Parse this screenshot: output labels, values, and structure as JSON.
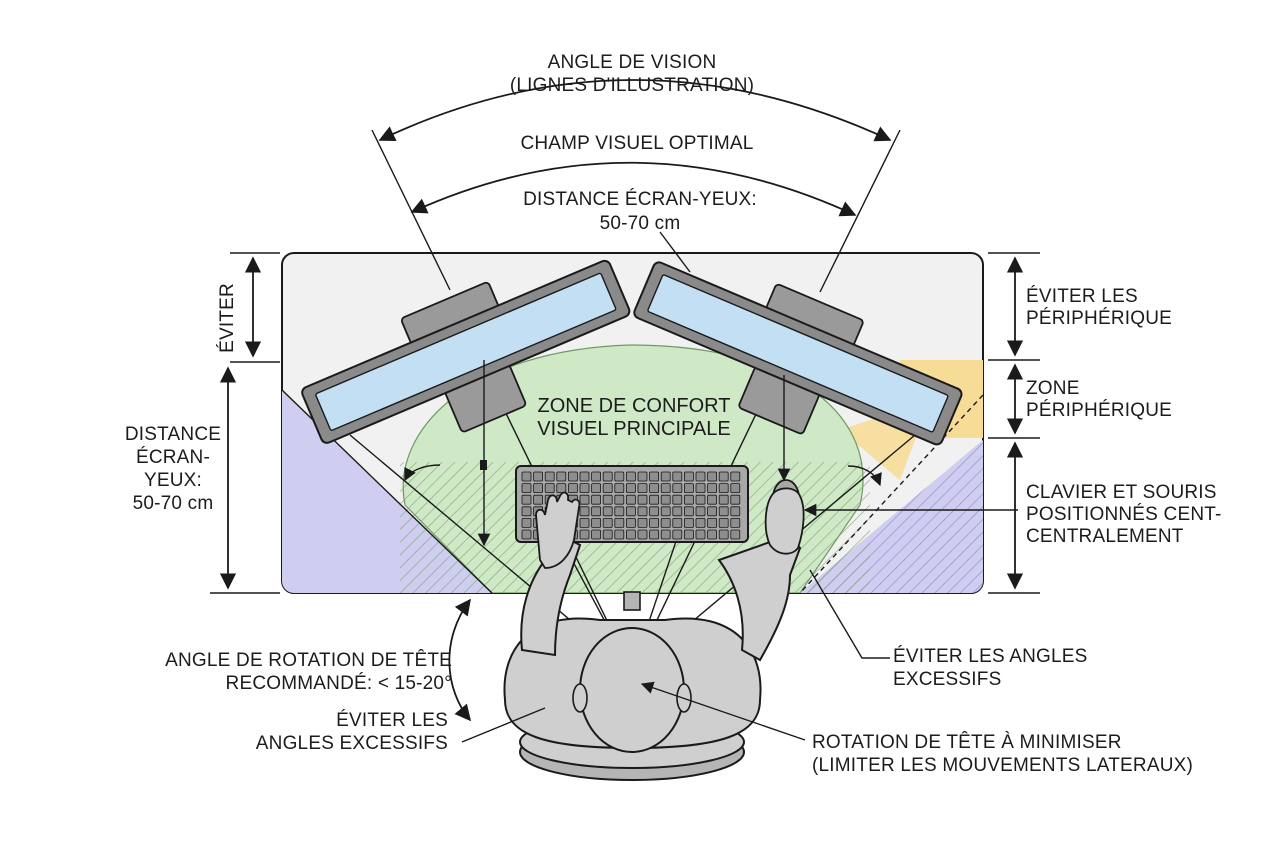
{
  "colors": {
    "desk": "#f1f1f1",
    "comfort_zone": "#cfe8c6",
    "peripheral_zone": "#f7dc98",
    "avoid_zone": "#cfcdf0",
    "screen": "#c3dff4",
    "monitor_frame": "#8a8a8a",
    "person": "#cfcfcf",
    "outline": "#1a1a1a"
  },
  "labels": {
    "viewing_angle": {
      "line1": "ANGLE DE VISION",
      "line2": "(LIGNES D'ILLUSTRATION)"
    },
    "optimal_field": "CHAMP VISUEL OPTIMAL",
    "distance_top": {
      "line1": "DISTANCE ÉCRAN-YEUX:",
      "line2": "50-70 cm"
    },
    "avoid_left_vertical": "ÉVITER",
    "distance_left": {
      "line1": "DISTANCE",
      "line2": "ÉCRAN-",
      "line3": "YEUX:",
      "line4": "50-70 cm"
    },
    "avoid_peripherals": {
      "line1": "ÉVITER LES",
      "line2": "PÉRIPHÉRIQUE"
    },
    "peripheral_zone": {
      "line1": "ZONE",
      "line2": "PÉRIPHÉRIQUE"
    },
    "keyboard_mouse": {
      "line1": "CLAVIER ET SOURIS",
      "line2": "POSITIONNÉS CENT-",
      "line3": "CENTRALEMENT"
    },
    "comfort_zone": {
      "line1": "ZONE DE CONFORT",
      "line2": "VISUEL PRINCIPALE"
    },
    "head_rotation_angle": {
      "line1": "ANGLE DE ROTATION DE TÊTE",
      "line2": "RECOMMANDÉ: < 15-20°"
    },
    "avoid_angles_left": {
      "line1": "ÉVITER LES",
      "line2": "ANGLES EXCESSIFS"
    },
    "avoid_angles_right": {
      "line1": "ÉVITER LES ANGLES",
      "line2": "EXCESSIFS"
    },
    "minimize_rotation": {
      "line1": "ROTATION DE TÊTE À MINIMISER",
      "line2": "(LIMITER LES MOUVEMENTS LATERAUX)"
    }
  }
}
